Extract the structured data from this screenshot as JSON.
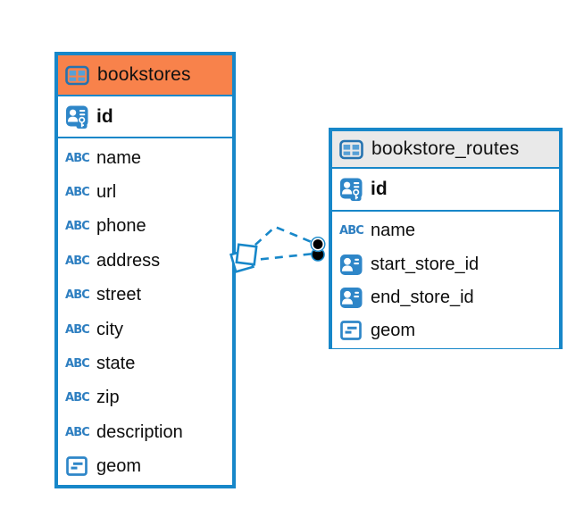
{
  "diagram": {
    "tables": [
      {
        "name": "bookstores",
        "header_color": "#F8824B",
        "primary_key": {
          "name": "id",
          "icon": "primary-key"
        },
        "columns": [
          {
            "name": "name",
            "icon": "text"
          },
          {
            "name": "url",
            "icon": "text"
          },
          {
            "name": "phone",
            "icon": "text"
          },
          {
            "name": "address",
            "icon": "text"
          },
          {
            "name": "street",
            "icon": "text"
          },
          {
            "name": "city",
            "icon": "text"
          },
          {
            "name": "state",
            "icon": "text"
          },
          {
            "name": "zip",
            "icon": "text"
          },
          {
            "name": "description",
            "icon": "text"
          },
          {
            "name": "geom",
            "icon": "geometry"
          }
        ]
      },
      {
        "name": "bookstore_routes",
        "header_color": "#E9E9E9",
        "primary_key": {
          "name": "id",
          "icon": "primary-key"
        },
        "columns": [
          {
            "name": "name",
            "icon": "text"
          },
          {
            "name": "start_store_id",
            "icon": "reference"
          },
          {
            "name": "end_store_id",
            "icon": "reference"
          },
          {
            "name": "geom",
            "icon": "geometry"
          }
        ]
      }
    ],
    "relationships": [
      {
        "from_table": "bookstores",
        "to_table": "bookstore_routes",
        "style": "dashed",
        "from_marker": "open-square",
        "to_marker": "filled-dot"
      },
      {
        "from_table": "bookstores",
        "to_table": "bookstore_routes",
        "style": "dashed",
        "from_marker": "open-square",
        "to_marker": "filled-dot"
      }
    ]
  },
  "icons": {
    "abc_label": "ABC"
  },
  "colors": {
    "accent_blue": "#1787C9",
    "icon_blue": "#2E86C8",
    "header_orange": "#F8824B",
    "header_gray": "#E9E9E9",
    "dot_black": "#000000"
  }
}
